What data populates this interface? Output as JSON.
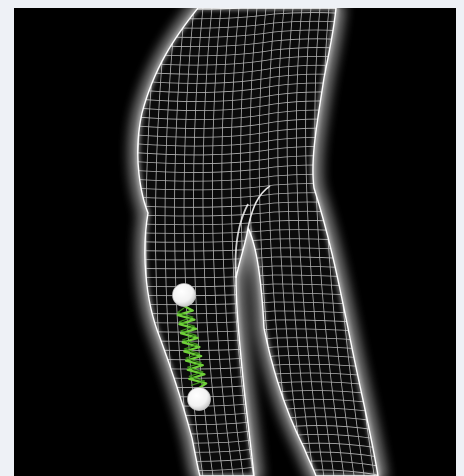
{
  "scene": {
    "subject": "wireframe-leg-mesh",
    "background_color": "#000000",
    "frame_color": "#eef1f6",
    "mesh_color": "#d8d8d8",
    "glow_color": "#ffffff",
    "spring_color": "#6fd13a",
    "marker_color": "#ffffff"
  },
  "markers": [
    {
      "name": "upper-attachment-point"
    },
    {
      "name": "lower-attachment-point"
    }
  ],
  "spring": {
    "coils": 9
  }
}
